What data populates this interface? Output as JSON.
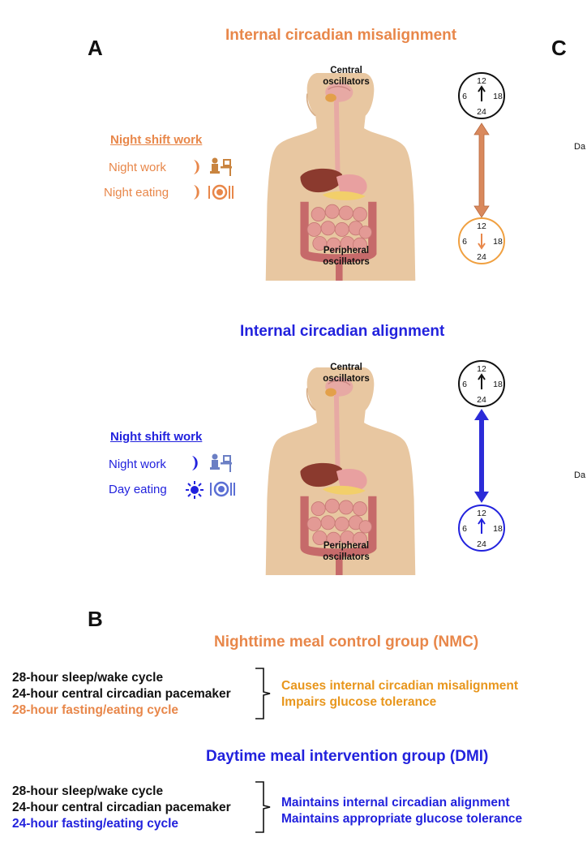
{
  "panels": {
    "a": "A",
    "b": "B",
    "c": "C"
  },
  "misalignment": {
    "title": "Internal circadian misalignment",
    "shift_heading": "Night shift work",
    "rows": [
      {
        "label": "Night work",
        "time_icon": "moon-icon",
        "activity_icon": "desk-worker-icon"
      },
      {
        "label": "Night eating",
        "time_icon": "moon-icon",
        "activity_icon": "plate-cutlery-icon"
      }
    ],
    "central_label": "Central\noscillators",
    "peripheral_label": "Peripheral\noscillators",
    "clock_top": {
      "n12": "12",
      "n6": "6",
      "n18": "18",
      "n24": "24",
      "hand": "up"
    },
    "clock_bottom": {
      "n12": "12",
      "n6": "6",
      "n18": "18",
      "n24": "24",
      "hand": "down"
    },
    "colors": {
      "accent": "#e8874a",
      "arrow": "#d9895d",
      "clock_ring": "#f0a040"
    }
  },
  "alignment": {
    "title": "Internal circadian alignment",
    "shift_heading": "Night shift work",
    "rows": [
      {
        "label": "Night work",
        "time_icon": "moon-icon",
        "activity_icon": "desk-worker-icon"
      },
      {
        "label": "Day eating",
        "time_icon": "sun-icon",
        "activity_icon": "plate-cutlery-icon"
      }
    ],
    "central_label": "Central\noscillators",
    "peripheral_label": "Peripheral\noscillators",
    "clock_top": {
      "n12": "12",
      "n6": "6",
      "n18": "18",
      "n24": "24",
      "hand": "up"
    },
    "clock_bottom": {
      "n12": "12",
      "n6": "6",
      "n18": "18",
      "n24": "24",
      "hand": "up"
    },
    "colors": {
      "accent": "#2222dd",
      "arrow": "#2b2bd8",
      "clock_ring": "#2222dd"
    }
  },
  "panel_c_fragments": {
    "top": "Da",
    "bottom": "Da"
  },
  "groups": [
    {
      "title": "Nighttime meal control group (NMC)",
      "conditions": [
        {
          "text": "28-hour sleep/wake cycle",
          "color": "#111111"
        },
        {
          "text": "24-hour central circadian pacemaker",
          "color": "#111111"
        },
        {
          "text": "28-hour fasting/eating cycle",
          "color": "#e8874a"
        }
      ],
      "outcomes": [
        "Causes internal circadian misalignment",
        "Impairs glucose tolerance"
      ],
      "colors": {
        "title": "#e8874a",
        "outcomes": "#e8961c"
      }
    },
    {
      "title": "Daytime meal intervention group (DMI)",
      "conditions": [
        {
          "text": "28-hour sleep/wake cycle",
          "color": "#111111"
        },
        {
          "text": "24-hour central circadian pacemaker",
          "color": "#111111"
        },
        {
          "text": "24-hour fasting/eating cycle",
          "color": "#2222dd"
        }
      ],
      "outcomes": [
        "Maintains internal circadian alignment",
        "Maintains appropriate glucose tolerance"
      ],
      "colors": {
        "title": "#2222dd",
        "outcomes": "#2222dd"
      }
    }
  ]
}
